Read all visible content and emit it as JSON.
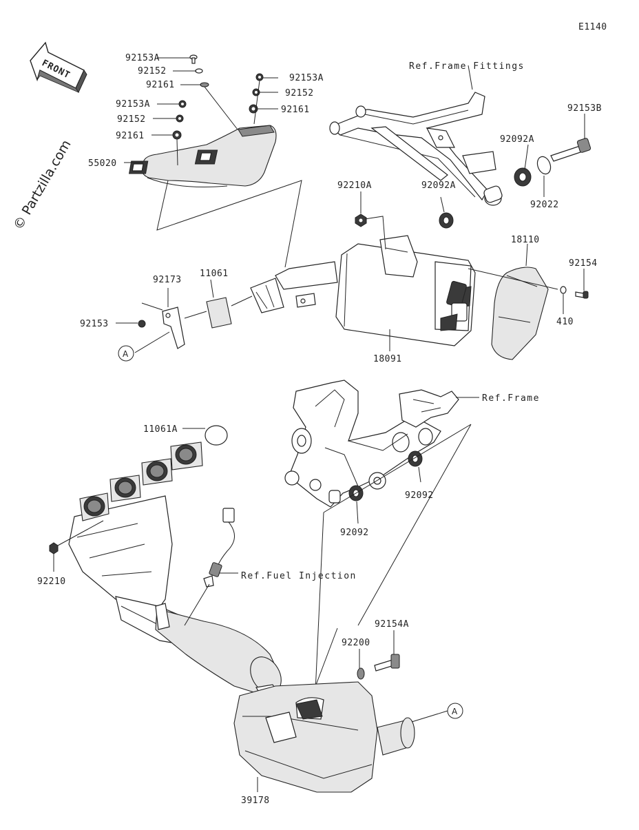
{
  "diagram_code": "E1140",
  "watermark": "© Partzilla.com",
  "front_arrow": "FRONT",
  "callout_letter": "A",
  "refs": {
    "frame_fittings": "Ref.Frame Fittings",
    "frame": "Ref.Frame",
    "fuel_injection": "Ref.Fuel Injection"
  },
  "parts": {
    "p92153A_1": "92153A",
    "p92152_1": "92152",
    "p92161_1": "92161",
    "p92153A_2": "92153A",
    "p92152_2": "92152",
    "p92161_2": "92161",
    "p92153A_3": "92153A",
    "p92152_3": "92152",
    "p92161_3": "92161",
    "p55020": "55020",
    "p92153B": "92153B",
    "p92092A_1": "92092A",
    "p92022": "92022",
    "p92210A": "92210A",
    "p92092A_2": "92092A",
    "p18110": "18110",
    "p92154": "92154",
    "p410": "410",
    "p92173": "92173",
    "p11061": "11061",
    "p92153": "92153",
    "p18091": "18091",
    "p11061A": "11061A",
    "p92092_1": "92092",
    "p92092_2": "92092",
    "p92210": "92210",
    "p92200": "92200",
    "p92154A": "92154A",
    "p39178": "39178"
  }
}
